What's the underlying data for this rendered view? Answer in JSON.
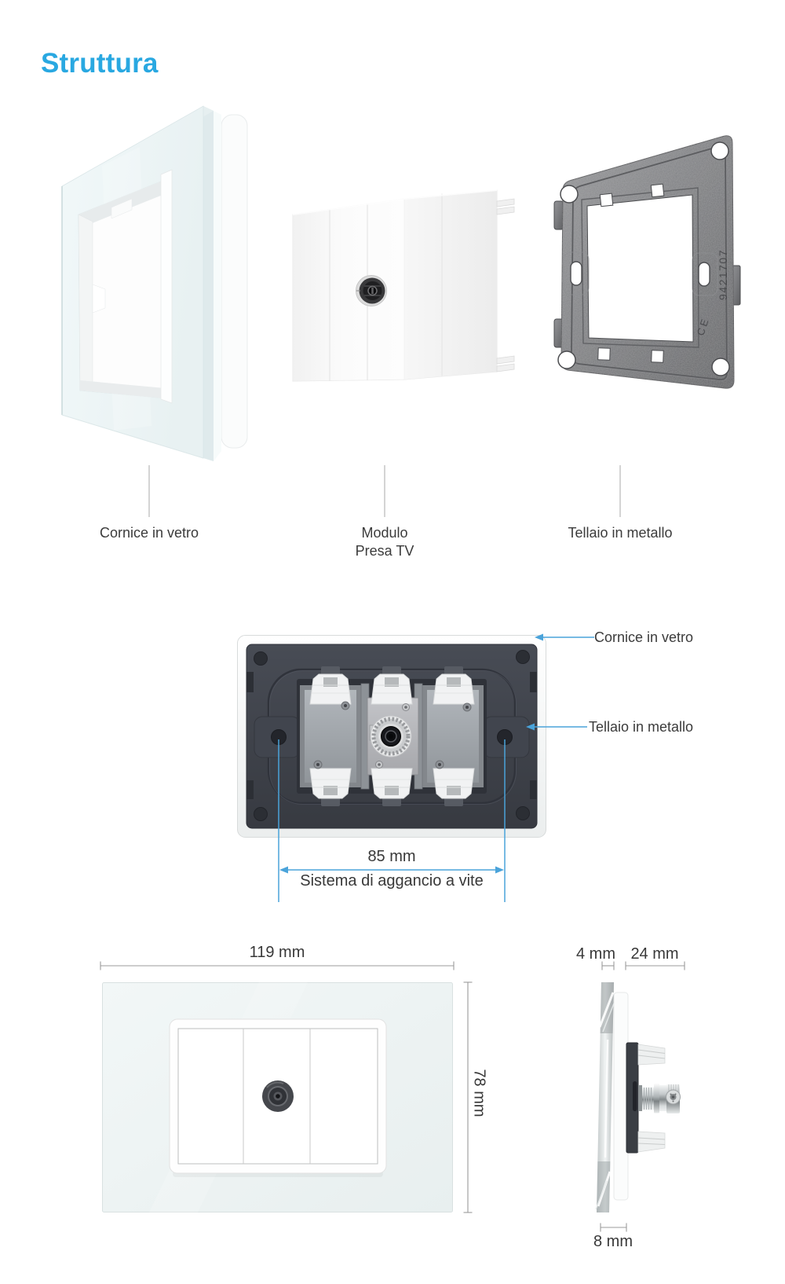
{
  "page": {
    "title": "Struttura",
    "accent_color": "#29a8e1",
    "callout_color": "#4aa3da"
  },
  "exploded_view": {
    "parts": [
      {
        "name": "glass-frame",
        "label": "Cornice in vetro"
      },
      {
        "name": "tv-module",
        "label_line1": "Modulo",
        "label_line2": "Presa TV"
      },
      {
        "name": "metal-frame",
        "label": "Tellaio in metallo",
        "engraving": "9421707",
        "mark": "CE"
      }
    ]
  },
  "back_view": {
    "callouts": [
      {
        "label": "Cornice in vetro"
      },
      {
        "label": "Tellaio in metallo"
      }
    ],
    "screw_spacing": {
      "value": "85 mm",
      "caption": "Sistema di aggancio a vite"
    }
  },
  "dimensions": {
    "front": {
      "width": "119 mm",
      "height": "78 mm"
    },
    "side": {
      "glass": "4 mm",
      "depth": "24 mm",
      "thickness": "8 mm"
    }
  }
}
